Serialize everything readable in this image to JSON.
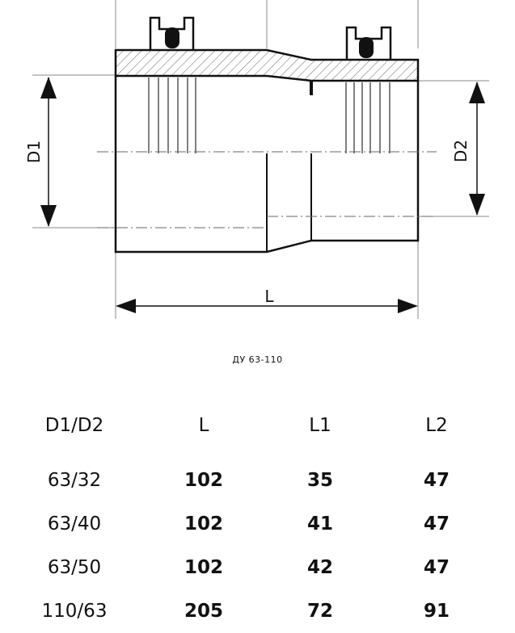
{
  "drawing": {
    "label_d1": "D1",
    "label_d2": "D2",
    "label_l": "L"
  },
  "caption": "ДУ 63-110",
  "table": {
    "headers": [
      "D1/D2",
      "L",
      "L1",
      "L2"
    ],
    "rows": [
      [
        "63/32",
        "102",
        "35",
        "47"
      ],
      [
        "63/40",
        "102",
        "41",
        "47"
      ],
      [
        "63/50",
        "102",
        "42",
        "47"
      ],
      [
        "110/63",
        "205",
        "72",
        "91"
      ]
    ]
  }
}
